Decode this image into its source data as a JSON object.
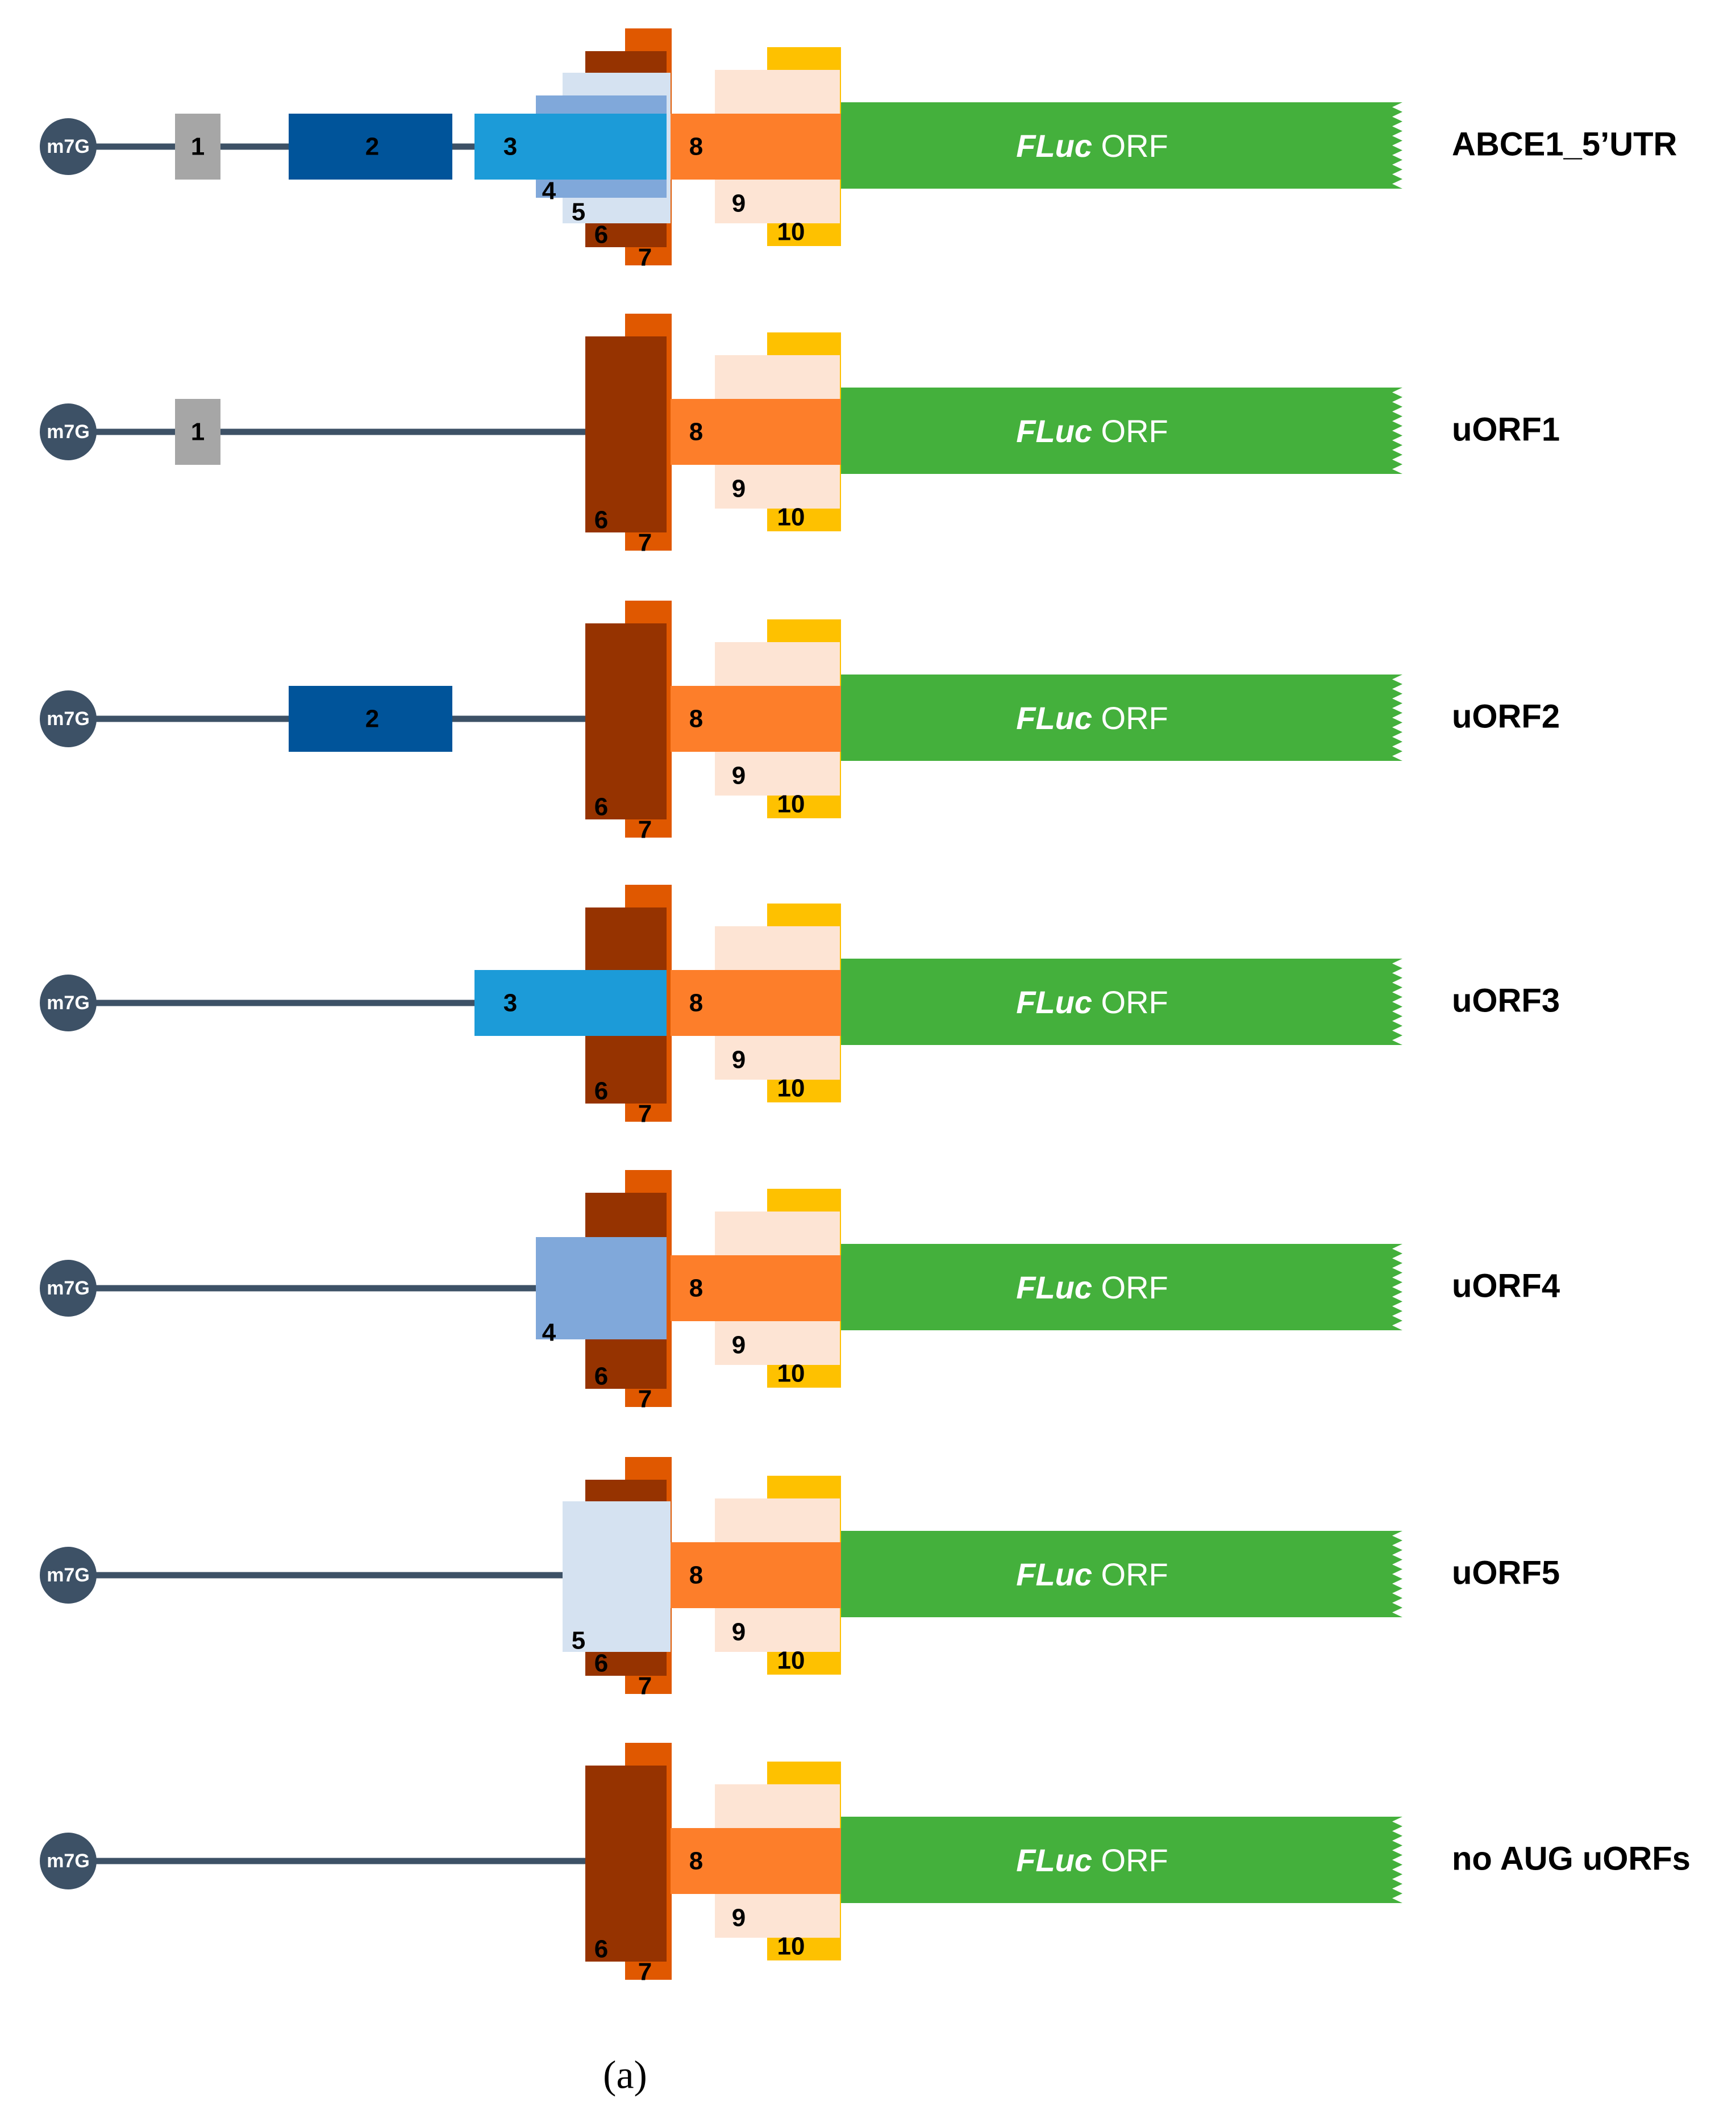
{
  "colors": {
    "backbone": "#3d5166",
    "cap": "#3d5166",
    "uorf1": "#a6a6a6",
    "uorf2": "#00549a",
    "uorf3": "#1c9bd8",
    "uorf4": "#80a8da",
    "uorf5": "#d5e2f1",
    "uorf6": "#963300",
    "uorf7": "#e05800",
    "uorf8": "#fd7e2a",
    "uorf9": "#fde4d4",
    "uorf10": "#fec100",
    "fluc": "#44b03c"
  },
  "cap_label": "m7G",
  "fluc": {
    "name": "FLuc",
    "suffix": " ORF"
  },
  "panel_label": "(a)",
  "uorf_numbers": [
    "1",
    "2",
    "3",
    "4",
    "5",
    "6",
    "7",
    "8",
    "9",
    "10"
  ],
  "constructs": [
    {
      "label": "ABCE1_5’UTR",
      "uorfs": [
        1,
        2,
        3,
        4,
        5,
        6,
        7,
        8,
        9,
        10
      ]
    },
    {
      "label": "uORF1",
      "uorfs": [
        1,
        6,
        7,
        8,
        9,
        10
      ]
    },
    {
      "label": "uORF2",
      "uorfs": [
        2,
        6,
        7,
        8,
        9,
        10
      ]
    },
    {
      "label": "uORF3",
      "uorfs": [
        3,
        6,
        7,
        8,
        9,
        10
      ]
    },
    {
      "label": "uORF4",
      "uorfs": [
        4,
        6,
        7,
        8,
        9,
        10
      ]
    },
    {
      "label": "uORF5",
      "uorfs": [
        5,
        6,
        7,
        8,
        9,
        10
      ]
    },
    {
      "label": "no AUG uORFs",
      "uorfs": [
        6,
        7,
        8,
        9,
        10
      ]
    }
  ]
}
